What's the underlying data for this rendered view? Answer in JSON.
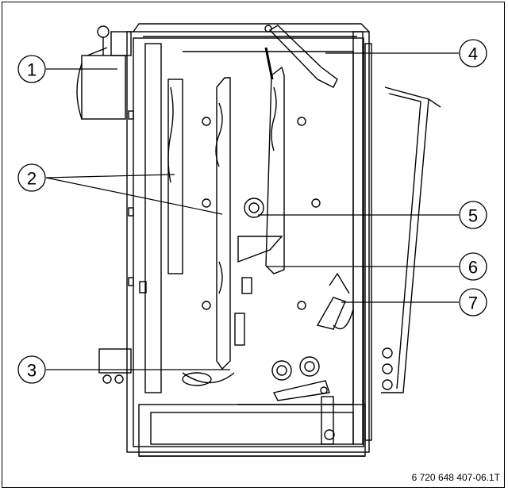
{
  "callouts": [
    {
      "id": "1",
      "label": "1"
    },
    {
      "id": "2",
      "label": "2"
    },
    {
      "id": "3",
      "label": "3"
    },
    {
      "id": "4",
      "label": "4"
    },
    {
      "id": "5",
      "label": "5"
    },
    {
      "id": "6",
      "label": "6"
    },
    {
      "id": "7",
      "label": "7"
    }
  ],
  "figure_code": "6 720 648 407-06.1T"
}
